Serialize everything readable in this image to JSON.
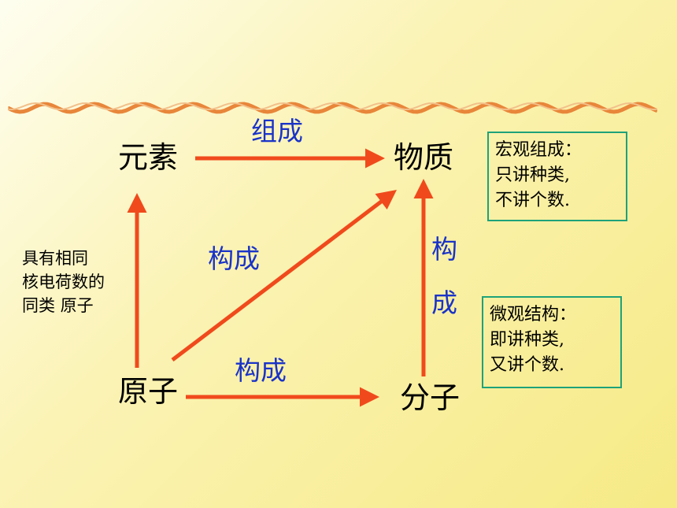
{
  "nodes": {
    "element": "元素",
    "substance": "物质",
    "atom": "原子",
    "molecule": "分子"
  },
  "edges": {
    "element_to_substance": "组成",
    "atom_to_substance": "构成",
    "atom_to_molecule": "构成",
    "molecule_to_substance": [
      "构",
      "成"
    ]
  },
  "side_note": [
    "具有相同",
    "核电荷数的",
    "同类 原子"
  ],
  "macro_box": [
    "宏观组成：",
    "只讲种类,",
    "不讲个数."
  ],
  "micro_box": [
    "微观结构：",
    "即讲种类,",
    "又讲个数."
  ],
  "colors": {
    "arrow": "#f04a1c",
    "label": "#1a33c8",
    "box_border": "#1ea27a",
    "wave": "#e8863a"
  }
}
